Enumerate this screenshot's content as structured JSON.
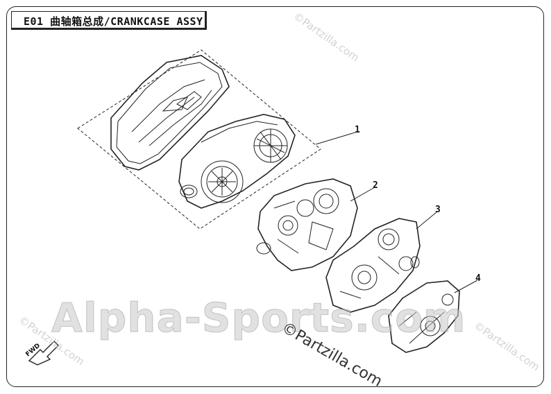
{
  "diagram": {
    "title": "E01 曲轴箱总成/CRANKCASE ASSY",
    "callouts": [
      "1",
      "2",
      "3",
      "4"
    ],
    "fwd_label": "FWD"
  },
  "watermarks": {
    "main": "Alpha-Sports.com",
    "partzilla": "©Partzilla.com",
    "small_top": "©Partzilla.com",
    "small_left": "©Partzilla.com",
    "small_right": "©Partzilla.com"
  },
  "colors": {
    "line": "#222222",
    "watermark": "#c8c8c8"
  }
}
